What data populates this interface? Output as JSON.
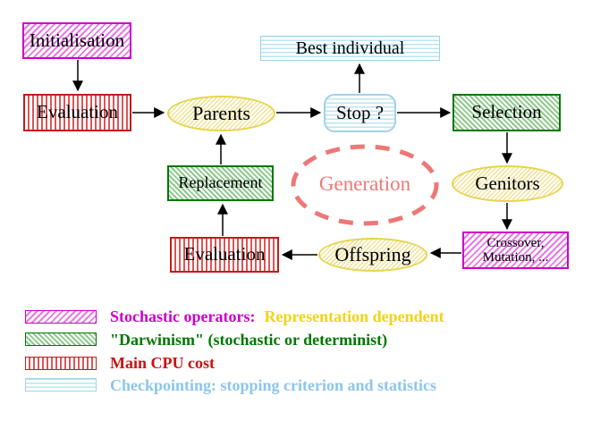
{
  "title": "Evolutionary algorithm generation loop diagram",
  "nodes": {
    "initialisation": "Initialisation",
    "evaluation_top": "Evaluation",
    "parents": "Parents",
    "best_individual": "Best individual",
    "stop": "Stop ?",
    "selection": "Selection",
    "genitors": "Genitors",
    "crossover_line1": "Crossover,",
    "crossover_line2": "Mutation, ...",
    "offspring": "Offspring",
    "evaluation_bottom": "Evaluation",
    "replacement": "Replacement",
    "generation": "Generation"
  },
  "legend": {
    "items": [
      {
        "swatch": "magenta-diagonal-hatch",
        "segments": [
          {
            "text": "Stochastic operators:",
            "color": "#cc00cc"
          },
          {
            "text": "Representation dependent",
            "color": "#f2d413"
          }
        ]
      },
      {
        "swatch": "green-diagonal-hatch",
        "segments": [
          {
            "text": "\"Darwinism\" (stochastic or determinist)",
            "color": "#007700"
          }
        ]
      },
      {
        "swatch": "red-vertical-hatch",
        "segments": [
          {
            "text": "Main CPU cost",
            "color": "#cc1111"
          }
        ]
      },
      {
        "swatch": "cyan-horizontal-hatch",
        "segments": [
          {
            "text": "Checkpointing: stopping criterion and statistics",
            "color": "#8cc6ea"
          }
        ]
      }
    ]
  },
  "palette": {
    "magenta": "#cc00cc",
    "gold": "#f2d413",
    "green": "#007700",
    "red": "#cc1111",
    "light_blue": "#8cc6ea",
    "yellow_node_border": "#e6d44e",
    "salmon_dashed": "#ee7777",
    "arrow": "#000000"
  }
}
